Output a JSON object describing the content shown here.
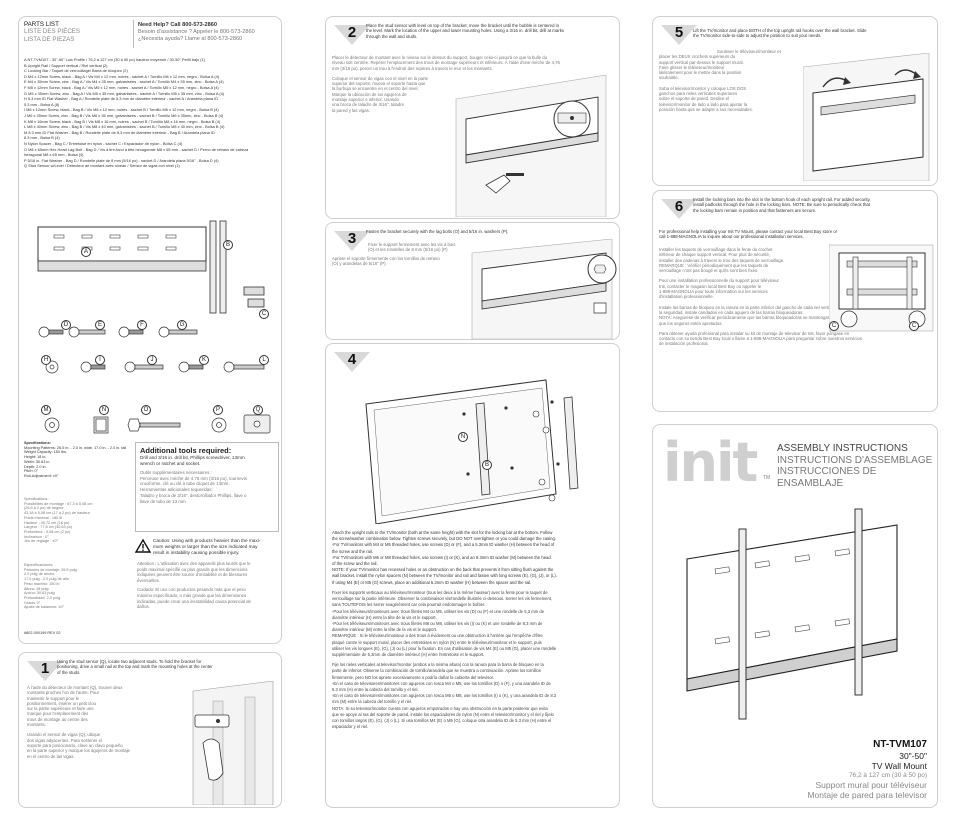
{
  "parts": {
    "title": [
      "PARTS LIST",
      "LISTE DES PIÈCES",
      "LISTA DE PIEZAS"
    ],
    "help": [
      "Need Help? Call 800-573-2860",
      "Besoin d'assistance ? Appeler le 800-573-2860",
      "¿Necesita ayuda? Llame al 800-573-2860"
    ],
    "items": [
      "A  NT-TVM107 - 30\"-50\" Low Profile / 76,2 à 127 cm (30 à 50 po) hauteur moyenne / 30-50\" Perfil bajo (1)",
      "B  Upright Rail / Support vertical / Riel vertical (2)",
      "C  Locking Bar / Taquet de verrouillage/ Barra de bloqueo (2)",
      "D  M4 x 12mm Screw, black - Bag A / Vis M4 x 12 mm, noires - sachet A / Tornillo M4 x 12 mm, negro - Bolsa A (4)",
      "E  M4 x 35mm Screw, zinc - Bag A / Vis M4 x 35 mm, galvanisées - sachet A / Tornillo M4 x 35 mm, zinc - Bolsa A (4)",
      "F  M5 x 12mm Screw, black - Bag A / Vis M5 x 12 mm, noires - sachet A / Tornillo M5 x 12 mm, negro - Bolsa A (4)",
      "G  M5 x 35mm Screw, zinc - Bag A / Vis M5 x 35 mm, galvanisées - sachet A / Tornillo M5 x 35 mm, zinc - Bolsa A (4)",
      "H  5.3 mm ID Flat Washer - Bag A / Rondelle plate de 5,3 mm de diamètre intérieur - sachet A / Arandela plana ID",
      "     5.3 mm - Bolsa A (8)",
      "I  M6 x 12mm Screw, black - Bag B / Vis M6 x 12 mm, noires - sachet B / Tornillo M6 x 12 mm, negro - Bolsa B (4)",
      "J  M6 x 35mm Screw, zinc - Bag B / Vis M6 x 35 mm, galvanisées - sachet B / Tornillo M6 x 35mm, zinc - Bolsa B (4)",
      "K  M8 x 16mm Screw, black - Bag B / Vis M8 x 16 mm, noires - sachet B / Tornillo M8 x 16 mm, negro - Bolsa B (4)",
      "L  M8 x 40mm Screw, zinc - Bag B / Vis M8 x 40 mm, galvanisées - sachet B / Tornillo M8 x 40 mm, zinc - Bolsa B (4)",
      "M  8.3 mm ID Flat Washer - Bag B / Rondelle plate de 8,3 mm de diamètre intérieur - Bag B / Arandela plana ID",
      "     8.3 mm - Bolsa B (4)",
      "N  Nylon Spacer - Bag C / Entretoise en nylon - sachet C / Espaciador de nylon - Bolsa C (4)",
      "O  M8 x 65mm Hex Head Lag Bolt - Bag D / Vis à tire-fond à tête hexagonale M8 x 65 mm - sachet D / Perno de retraso de cabeza",
      "     hexagonal M8 x 65 mm - Bolsa (4)",
      "P  5/16 in. Flat Washer - Bag D / Rondelle plate de 8 mm (5/16 po) - sachet D / Arandela plana 5/16\" - Bolsa D (4)",
      "Q  Stud Sensor w/Level / Détecteur de montant avec niveau / Sensor de vigas con nivel (1)"
    ],
    "hw_labels": [
      "A",
      "B",
      "C",
      "D",
      "E",
      "F",
      "G",
      "H",
      "I",
      "J",
      "K",
      "L",
      "M",
      "N",
      "O",
      "P",
      "Q"
    ],
    "specs_en": [
      "Specifications:",
      "Mounting Patterns: 26.5 in. - 2.0 in. wide, 17.0 in. - 2.0 in. tall",
      "Weight Capacity: 150 lbs.",
      "Height: 18 in.",
      "Width: 30.63 in.",
      "Depth: 2.0 in.",
      "Pitch: 0°",
      "Roll-Adjustment: ±0°"
    ],
    "specs_fr": [
      "Spécifications :",
      "Possibilités de montage : 67,3 à 5,08 cm",
      "  (26,5 à 2 po) de largeur,",
      "  43,18 à 5,08 cm (17 à 2 po) de hauteur",
      "Poids maximal : 180 lb",
      "Hauteur : 45,72 cm (18 po)",
      "Largeur : 77,8 cm (30,63 po)",
      "Profondeur : 5,08 cm (2 po)",
      "Inclinaison : 0°",
      "Jeu de réglage : ±0°"
    ],
    "specs_es": [
      "Especificaciones:",
      "Patrones de montaje: 26.5 pulg -",
      "  2.0 pulg de ancho,",
      "  17.0 pulg - 2.0 pulg de alto",
      "Peso máximo: 150 lb",
      "Altura: 18 pulg",
      "Ancho: 30.63 pulg",
      "Profundidad: 2.0 pulg.",
      "Grado: 0°",
      "Ajuste de balanceo: ±0°"
    ],
    "doc_code": "#802-000199 REV 02",
    "tools_title": "Additional tools required:",
    "tools": [
      "Drill and 3/16 in. drill bit, Phillips screwdriver, 13mm",
      "wrench or ratchet and socket."
    ],
    "tools_fr": [
      "Outils supplémentaires nécessaires :",
      "Perceuse avec mèche de 4,76 mm (3/16 po), tournevis",
      "cruciforme, clé ou clé à tube cliquet de 13mm.",
      "Herramientas adicionales requeridas:",
      "Taladro y broca de 3/16\", destornillador Phillips, llave o",
      "llave de tubo de 13 mm"
    ],
    "caution": [
      "Caution: Using with products heavier than the maxi-",
      "mum weights or larger than the size indicated may",
      "result in instability causing possible injury."
    ],
    "caution_fr": [
      "Attention : L'utilisation avec des appareils plus lourds que le",
      "poids maximal spécifié ou plus grands que les dimensions",
      "indiquées peuvent être source d'instabilité et de blessures",
      "éventuelles.",
      "",
      "Cuidado: El uso con productos pesando más que el peso",
      "máximo especificado, o más grande que las dimensiones",
      "indicadas, puede crear una inestabilidad causa potencial de",
      "daños."
    ]
  },
  "step1": {
    "num": "1",
    "text": [
      "Using the stud sensor (Q), locate two adjacent studs. To hold the bracket for",
      "positioning, drive a small nail at the top and mark the mounting holes at the center",
      "of the studs."
    ],
    "text_fr": [
      "À l'aide du détecteur de montant (Q), trouver deux",
      "montants proches l'un de l'autre. Pour",
      "maintenir le support pour le",
      "positionnement, insérer un petit clou",
      "sur la partie supérieure et faire une",
      "marque pour l'emplacement des",
      "trous de montage au centre des",
      "montants.",
      "",
      "Usando el sensor de vigas (Q), ubique",
      "dos vigas adyacentes. Para sostener el",
      "soporte para posicionarlo, clave un clavo pequeño",
      "en la parte superior y marque los agujeros de montaje",
      "en el centro de las vigas."
    ]
  },
  "step2": {
    "num": "2",
    "text": [
      "Place the stud sensor with level on top of the bracket; move the bracket until the bubble is centered in",
      "the level. Mark the location of the upper and lower mounting holes. Using a 3/16 in. drill bit, drill at marks",
      "through the wall and studs."
    ],
    "text_fr": [
      "Placer le détecteur de montant avec le niveau sur le dessus du support, bouger celui-ci jusqu'à ce que la bulle du",
      "niveau soit centrée. Repérer l'emplacement des trous de montage supérieurs et inférieurs. À l'aide d'une mèche de 4,76",
      "mm (3/16 po), percer un trou à l'endroit des repères à travers le mur et les montants.",
      "",
      "Coloque el sensor de vigas con el nivel en la parte",
      "superior del soporte; mueva el soporte hasta que",
      "la burbuja se encuentre en el centro del nivel.",
      "Marque la ubicación de los agujeros de",
      "montaje superior e inferior. Usando",
      "una broca de taladro de 3/16\", taladre",
      "la pared y las vigas."
    ]
  },
  "step3": {
    "num": "3",
    "text": [
      "Fasten the bracket securely with the lag bolts (O) and 5/16 in. washers (P)."
    ],
    "text_fr": [
      "Fixer le support fermement avec les vis à bois",
      "(O) et les rondelles de 8 mm (5/16 po) (P)",
      "",
      "Apriete el soporte firmemente con los tornillos de retraso",
      "(O) y arandelas de 5/16\" (P)."
    ]
  },
  "step4": {
    "num": "4",
    "text": [
      "Attach the upright rails to the TV/monitor (both at the same height) with the slot for the locking bar at the bottom. Follow",
      "the screw/washer combination below. Tighten screws securely, but DO NOT overtighten or you could damage the casing.",
      "-For TV/monitors with M4 or M5 threaded holes, use screws (D) or (F), and a 5.3mm ID washer (H) between the head of",
      "the screw and the rail.",
      "-For TV/monitors with M6 or M8 threaded holes, use screws (I) or (K), and an 8.3mm ID washer (M) between the head",
      "of the screw and the rail.",
      "NOTE: If your TV/monitor has recessed holes or an obstruction on the back that prevents it from sitting flush against the",
      "wall bracket, install the nylon spacers (N) between the TV/monitor and rail and fasten with long screws (E), (G), (J), or (L).",
      "If using M4 (E) or M5 (G) screws, place an additional 5.3mm ID washer (H) between the spacer and the rail."
    ],
    "text_fr": [
      "Fixer les supports verticaux au téléviseur/moniteur (tous les deux à la même hauteur) avec la fente pour le taquet de",
      "verrouillage sur la partie inférieure. Observer la combinaison vis/rondelle illustrée ci-dessous. Serrer les vis fermement,",
      "sans TOUTEFOIS les serrer exagérément car cela pourrait endommager le boîtier.",
      "-Pour les téléviseurs/moniteurs avec trous filetés M4 ou M5, utiliser les vis (D) ou (F) et une rondelle de 5,3 mm de",
      "diamètre intérieur (H) entre la tête de la vis et le support.",
      "-Pour les téléviseurs/moniteurs avec trous filetés M6 ou M8, utiliser les vis (I) ou (K) et une rondelle de 8,3 mm de",
      "diamètre intérieur (M) entre la tête de la vis et le support.",
      "REMARQUE : Si le téléviseur/moniteur a des trous à évidement ou une obstruction à l'arrière qui l'empêche d'être",
      "plaqué contre le support mural, placer des entretoises en nylon (N) entre le téléviseur/moniteur et le support, puis",
      "utiliser les vis longues (E), (G), (J) ou (L) pour la fixation.  En cas d'utilisation de vis M4 (E) ou M5 (G), placer une rondelle",
      "supplémentaire de 5,3mm de diamètre intérieur (H) entre l'entretoise et le support.",
      "",
      "Fije los rieles verticales al televisor/monitor (ambos a la misma altura) con la ranura para la barra de bloqueo en la",
      "parte de inferior. Observe la combinación de tornillo/arandela que se muestra a continuación. Apriete los tornillos",
      "firmemente, pero NO los apriete excesivamente o podría dañar la cubierta del televisor.",
      "-En el caso de televisores/monitores con agujeros con rosca M4 o M5, use los tornillos (D) o (F), y una arandela ID de",
      "5.3 mm (H) entre la cabeza del tornillo y el riel.",
      "-En el caso de televisores/monitores con agujeros con rosca M6 o M8, use los tornillos (I) o (K), y una arandela ID de 8.3",
      "mm (M) entre la cabeza del tornillo y el riel.",
      "NOTA: Si su televisor/monitor cuenta con agujeros empotrados o hay una obstrucción en la parte posterior que evita",
      "que se apoye al ras del soporte de pared, instale los espaciadores de nylon (N) entre el televisor/monitor y el riel y fíjelo",
      "con tornillos largos (E), (G), (J) o (L).  Si usa tornillos M4 (E) o M5 (G), coloque otra arandela ID de 5.3 mm (H) entre el",
      "espaciador y el riel."
    ]
  },
  "step5": {
    "num": "5",
    "text": [
      "Lift the TV/monitor and place BOTH of the top upright rail hooks over the wall bracket. Slide",
      "the TV/monitor side-to-side to adjust the position to suit your needs."
    ],
    "text_fr": [
      "Soulever le téléviseur/moniteur et",
      "placer les DEUX crochets supérieurs du",
      "support vertical par-dessus le support mural.",
      "Faire glisser le téléviseur/moniteur",
      "latéralement pour le mettre dans la position",
      "souhaitée.",
      "",
      "Suba el televisor/monitor y coloque LOS DOS",
      "ganchos para rieles verticales superiores",
      "sobre el soporte de pared. Deslice el",
      "televisor/monitor de lado a lado para ajustar la",
      "posición hasta que se adapte a sus necesidades."
    ]
  },
  "step6": {
    "num": "6",
    "text": [
      "Install the locking bars into the slot in the bottom hook of each upright rail. For added security,",
      "install padlocks through the hole in the locking bars. NOTE: Be sure to periodically check that",
      "the locking bars remain in position and that fasteners are secure."
    ],
    "help": [
      "For professional help installing your Init TV Mount, please contact your local Best Buy store or",
      "call 1-888-MAGNOLIA to inquire about our professional installation services."
    ],
    "text_fr": [
      "Installer les taquets de verrouillage dans la fente du crochet",
      "inférieur de chaque support vertical. Pour plus de sécurité,",
      "installer des cadenas à travers le trou des taquets de verrouillage.",
      "REMARQUE : Vérifier périodiquement que les taquets de",
      "verrouillage n'ont pas bougé et qu'ils sont bien fixés.",
      "",
      "Pour une installation professionnelle du support pour téléviseur",
      "Init, contacter le magasin local Best Buy ou appeler le",
      "1-888-MAGNOLIA pour toute information sur les services",
      "d'installation professionnelle.",
      "",
      "Instale las barras de bloqueo en la ranura en la parte inferior del gancho de cada riel vertical. Para mejorar",
      "la seguridad, instale candados en cada agujero de las barras bloqueadoras.",
      "NOTA: Asegúrese de verificar periódicamente que las barras bloqueadoras se mantengan en su posición y",
      "que los seguros estén apretados.",
      "",
      "Para obtener ayuda profesional para instalar su kit de montaje de televisor de Init, favor póngase en",
      "contacto con su tienda Best Buy local o llame a 1-888-MAGNOLIA para preguntar sobre nuestros servicios",
      "de instalación profesional."
    ]
  },
  "cover": {
    "logo": "init",
    "tm": "TM",
    "title": [
      "ASSEMBLY INSTRUCTIONS",
      "INSTRUCTIONS D'ASSEMBLAGE",
      "INSTRUCCIONES DE ENSAMBLAJE"
    ],
    "model": "NT-TVM107",
    "size": "30\"-50\"",
    "product": "TV Wall Mount",
    "size_fr": "76,2 à 127 cm (30 à 50 po)",
    "product_fr": "Support mural pour téléviseur",
    "product_es": "Montaje de pared para televisor"
  }
}
